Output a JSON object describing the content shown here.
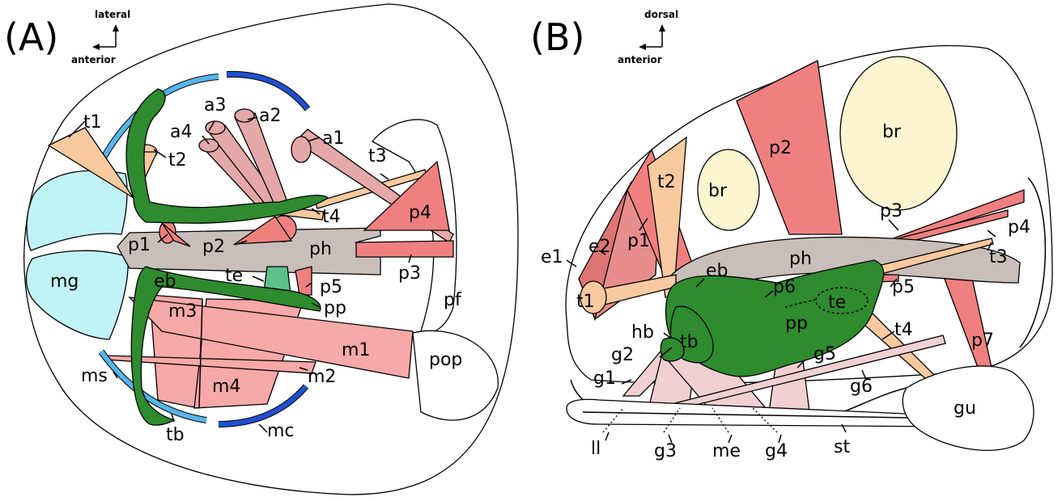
{
  "panel_a": {
    "letter": "(A)",
    "axis_up": "lateral",
    "axis_left": "anterior",
    "labels": {
      "t1": "t1",
      "t2": "t2",
      "t3": "t3",
      "t4": "t4",
      "a1": "a1",
      "a2": "a2",
      "a3": "a3",
      "a4": "a4",
      "p1": "p1",
      "p2": "p2",
      "p3": "p3",
      "p4": "p4",
      "p5": "p5",
      "ph": "ph",
      "pf": "pf",
      "pop": "pop",
      "te": "te",
      "pp": "pp",
      "mg": "mg",
      "eb": "eb",
      "m1": "m1",
      "m2": "m2",
      "m3": "m3",
      "m4": "m4",
      "ms": "ms",
      "tb": "tb",
      "mc": "mc"
    }
  },
  "panel_b": {
    "letter": "(B)",
    "axis_up": "dorsal",
    "axis_left": "anterior",
    "labels": {
      "e1": "e1",
      "e2": "e2",
      "p1": "p1",
      "t2": "t2",
      "br1": "br",
      "p2": "p2",
      "br2": "br",
      "p3": "p3",
      "p4": "p4",
      "t3": "t3",
      "ph": "ph",
      "eb": "eb",
      "p6": "p6",
      "p5": "p5",
      "te": "te",
      "pp": "pp",
      "t1": "t1",
      "hb": "hb",
      "tb": "tb",
      "t4": "t4",
      "p7": "p7",
      "g1": "g1",
      "g2": "g2",
      "g5": "g5",
      "g6": "g6",
      "gu": "gu",
      "ll": "ll",
      "g3": "g3",
      "me": "me",
      "g4": "g4",
      "st": "st"
    }
  },
  "colors": {
    "green": "#2e8b2e",
    "cyan": "#bff3f5",
    "blue_light": "#56b4e9",
    "blue_dark": "#1f4fd0",
    "pink": "#f7a8a8",
    "red": "#f08080",
    "mauve": "#e4a8a8",
    "peach": "#f9c99f",
    "gray": "#c8bfba",
    "cream": "#fdf5d0",
    "lightpink": "#f1d0d3",
    "rose": "#dd7575",
    "teal": "#5cc08a"
  }
}
